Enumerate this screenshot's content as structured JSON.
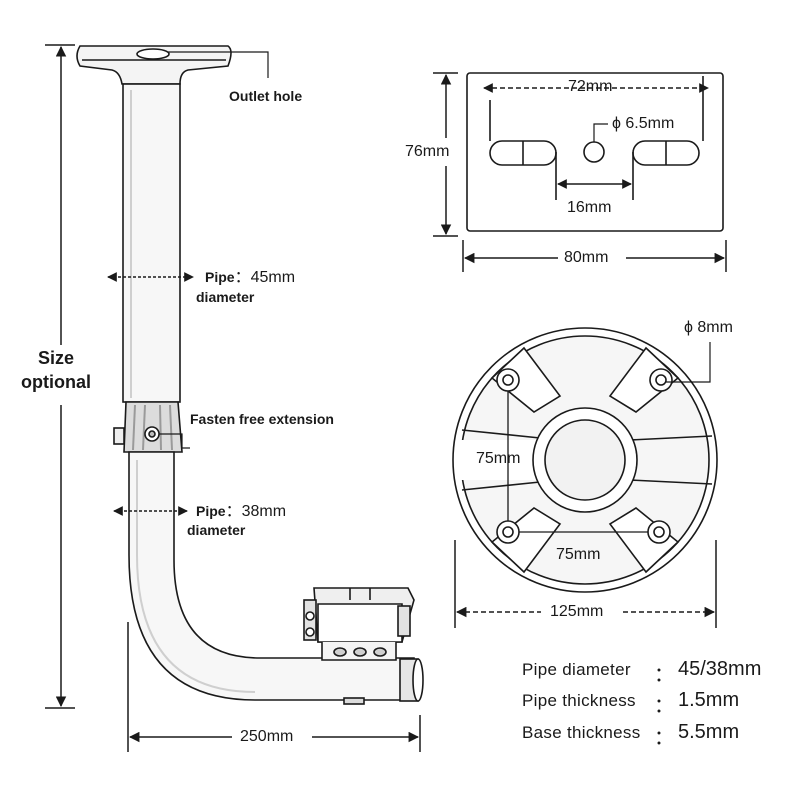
{
  "mount": {
    "size_label_line1": "Size",
    "size_label_line2": "optional",
    "outlet_hole": "Outlet hole",
    "pipe_upper_word": "Pipe",
    "pipe_upper_value": "：45mm",
    "pipe_upper_diameter": "diameter",
    "fasten": "Fasten free extension",
    "pipe_lower_word": "Pipe",
    "pipe_lower_value": "：38mm",
    "pipe_lower_diameter": "diameter",
    "width_250": "250mm"
  },
  "plate": {
    "width_72": "72mm",
    "hole_65": "ϕ 6.5mm",
    "height_76": "76mm",
    "gap_16": "16mm",
    "width_80": "80mm"
  },
  "base": {
    "hole_8": "ϕ 8mm",
    "vertical_75": "75mm",
    "horizontal_75": "75mm",
    "diameter_125": "125mm"
  },
  "specs": [
    {
      "label": "Pipe diameter",
      "colon": "：",
      "value": "45/38mm"
    },
    {
      "label": "Pipe thickness",
      "colon": "：",
      "value": "1.5mm"
    },
    {
      "label": "Base thickness",
      "colon": "：",
      "value": "5.5mm"
    }
  ],
  "colors": {
    "line": "#1a1a1a",
    "fill_light": "#f4f4f4",
    "shade": "#dcdcdc"
  }
}
